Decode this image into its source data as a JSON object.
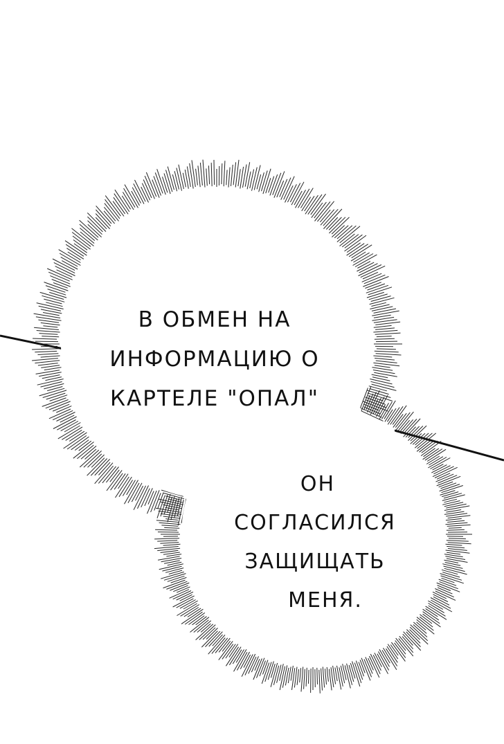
{
  "panel": {
    "background_color": "#ffffff",
    "line_color": "#111111",
    "bubble_fill": "#ffffff",
    "burst_color": "#222222"
  },
  "bubble_top": {
    "lines": [
      "В ОБМЕН НА",
      "ИНФОРМАЦИЮ О",
      "КАРТЕЛЕ \"ОПАЛ\""
    ]
  },
  "bubble_bottom": {
    "lines": [
      "ОН",
      "СОГЛАСИЛСЯ",
      "ЗАЩИЩАТЬ",
      "МЕНЯ."
    ]
  }
}
